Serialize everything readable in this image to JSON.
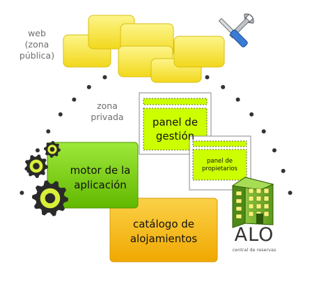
{
  "zones": {
    "public_label": [
      "web",
      "(zona",
      "pública)"
    ],
    "private_label": [
      "zona",
      "privada"
    ]
  },
  "components": {
    "engine": [
      "motor de la",
      "aplicación"
    ],
    "panel": [
      "panel de",
      "gestión"
    ],
    "owners_panel": [
      "panel de",
      "propietarios"
    ],
    "catalog": [
      "catálogo de",
      "alojamientos"
    ]
  },
  "brand": {
    "logo": "ALO",
    "tagline": "central de reservas"
  },
  "icons": [
    "tools-icon",
    "gear-icon",
    "building-icon"
  ],
  "colors": {
    "web_yellow": "#f7e74a",
    "engine_green": "#7fd11a",
    "catalog_orange": "#f5b800",
    "panel_lime": "#ccff00",
    "dots": "#333333"
  }
}
